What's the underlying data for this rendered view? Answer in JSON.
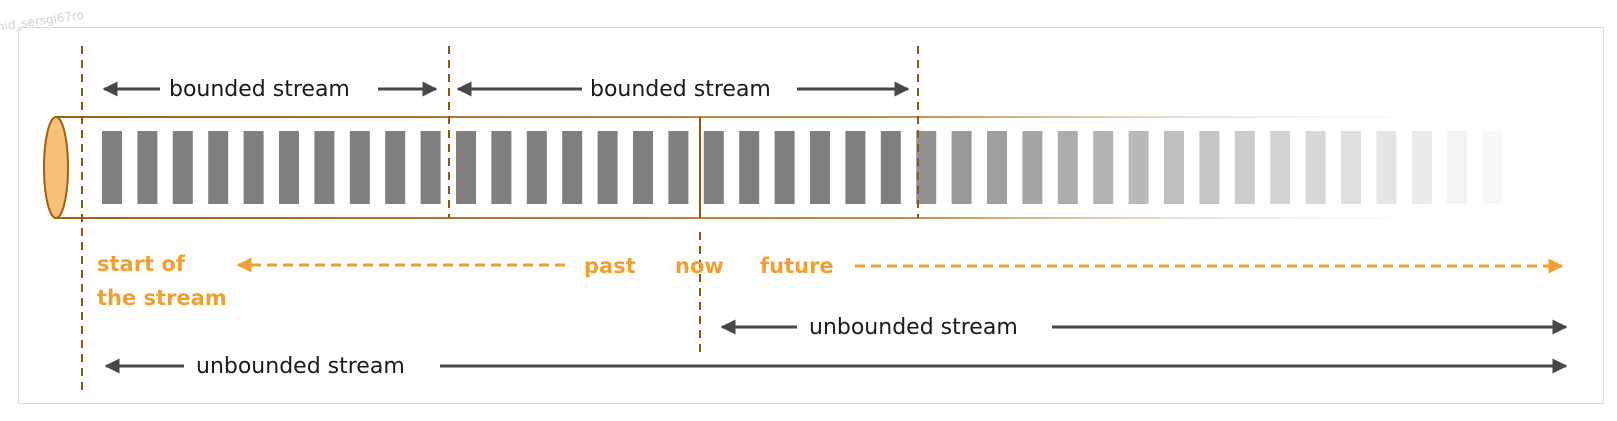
{
  "watermark": "hid_sersgi67ro",
  "colors": {
    "tube": "#f5a03a",
    "tube_outline": "#a0620a",
    "record": "#7f7f7f",
    "marker": "#8a5a10",
    "time_label": "#f0a030",
    "arrow": "#474747",
    "text": "#1a1a1a"
  },
  "stream": {
    "record_count": 40,
    "solid_records": 23,
    "fade_start_fraction": 0.6
  },
  "labels": {
    "bounded_1": "bounded stream",
    "bounded_2": "bounded stream",
    "start_line1": "start of",
    "start_line2": "the stream",
    "past": "past",
    "now": "now",
    "future": "future",
    "unbounded_from_now": "unbounded stream",
    "unbounded_from_start": "unbounded stream"
  }
}
